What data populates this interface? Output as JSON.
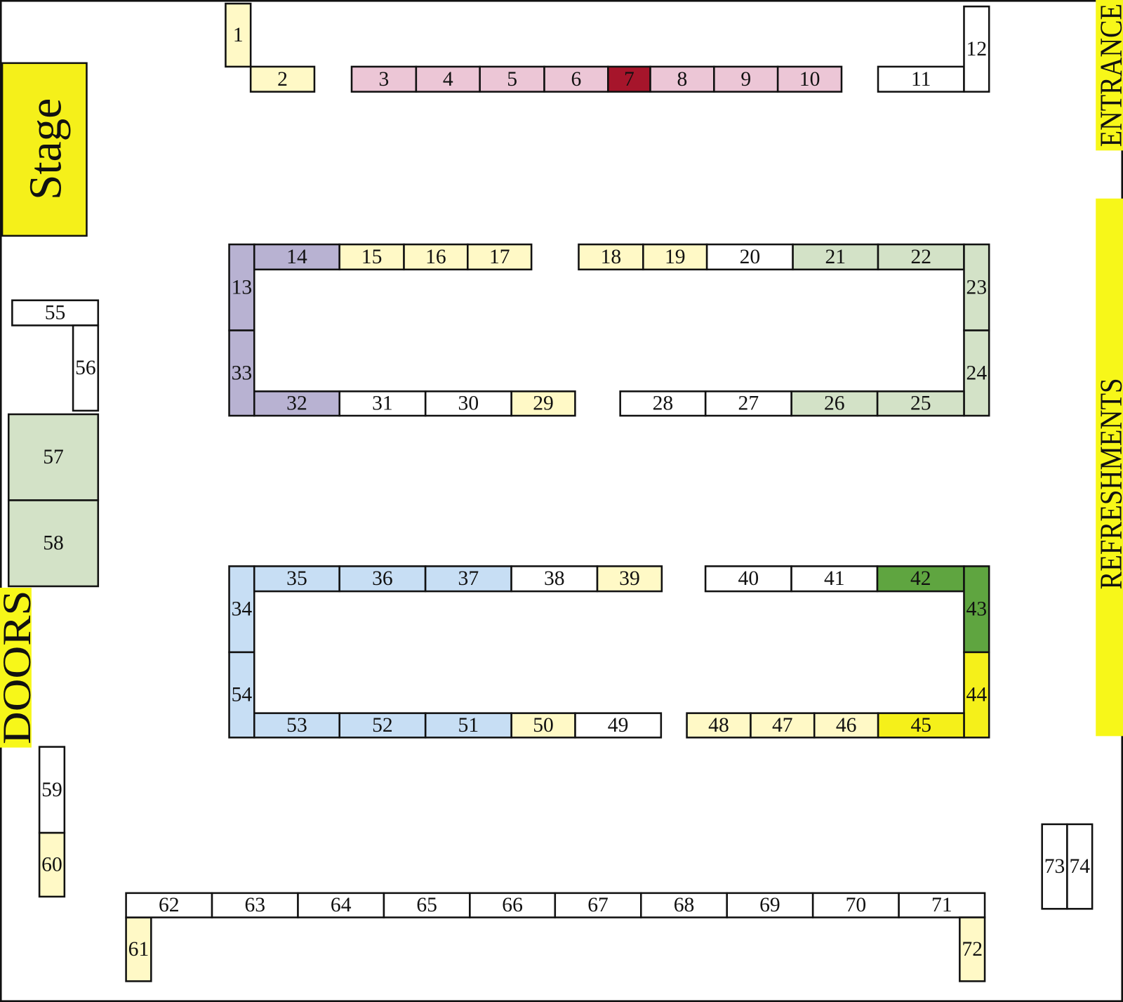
{
  "labels": {
    "stage": "Stage",
    "entrance": "ENTRANCE",
    "refreshments": "REFRESHMENTS",
    "doors": "DOORS"
  },
  "colors": {
    "white": "#ffffff",
    "pale_yellow": "#fff9c6",
    "pink": "#ecc6d6",
    "red": "#a6152b",
    "purple": "#b8b2d2",
    "pale_green": "#d3e2c7",
    "blue": "#c7def4",
    "dark_green": "#5fa540",
    "yellow": "#f5f01a",
    "label_yellow": "#f7f719"
  },
  "booths": [
    {
      "label": "1",
      "color": "pale_yellow"
    },
    {
      "label": "2",
      "color": "pale_yellow"
    },
    {
      "label": "3",
      "color": "pink"
    },
    {
      "label": "4",
      "color": "pink"
    },
    {
      "label": "5",
      "color": "pink"
    },
    {
      "label": "6",
      "color": "pink"
    },
    {
      "label": "7",
      "color": "red"
    },
    {
      "label": "8",
      "color": "pink"
    },
    {
      "label": "9",
      "color": "pink"
    },
    {
      "label": "10",
      "color": "pink"
    },
    {
      "label": "11",
      "color": "white"
    },
    {
      "label": "12",
      "color": "white"
    },
    {
      "label": "13",
      "color": "purple"
    },
    {
      "label": "14",
      "color": "purple"
    },
    {
      "label": "15",
      "color": "pale_yellow"
    },
    {
      "label": "16",
      "color": "pale_yellow"
    },
    {
      "label": "17",
      "color": "pale_yellow"
    },
    {
      "label": "18",
      "color": "pale_yellow"
    },
    {
      "label": "19",
      "color": "pale_yellow"
    },
    {
      "label": "20",
      "color": "white"
    },
    {
      "label": "21",
      "color": "pale_green"
    },
    {
      "label": "22",
      "color": "pale_green"
    },
    {
      "label": "23",
      "color": "pale_green"
    },
    {
      "label": "24",
      "color": "pale_green"
    },
    {
      "label": "25",
      "color": "pale_green"
    },
    {
      "label": "26",
      "color": "pale_green"
    },
    {
      "label": "27",
      "color": "white"
    },
    {
      "label": "28",
      "color": "white"
    },
    {
      "label": "29",
      "color": "pale_yellow"
    },
    {
      "label": "30",
      "color": "white"
    },
    {
      "label": "31",
      "color": "white"
    },
    {
      "label": "32",
      "color": "purple"
    },
    {
      "label": "33",
      "color": "purple"
    },
    {
      "label": "34",
      "color": "blue"
    },
    {
      "label": "35",
      "color": "blue"
    },
    {
      "label": "36",
      "color": "blue"
    },
    {
      "label": "37",
      "color": "blue"
    },
    {
      "label": "38",
      "color": "white"
    },
    {
      "label": "39",
      "color": "pale_yellow"
    },
    {
      "label": "40",
      "color": "white"
    },
    {
      "label": "41",
      "color": "white"
    },
    {
      "label": "42",
      "color": "dark_green"
    },
    {
      "label": "43",
      "color": "dark_green"
    },
    {
      "label": "44",
      "color": "yellow"
    },
    {
      "label": "45",
      "color": "yellow"
    },
    {
      "label": "46",
      "color": "pale_yellow"
    },
    {
      "label": "47",
      "color": "pale_yellow"
    },
    {
      "label": "48",
      "color": "pale_yellow"
    },
    {
      "label": "49",
      "color": "white"
    },
    {
      "label": "50",
      "color": "pale_yellow"
    },
    {
      "label": "51",
      "color": "blue"
    },
    {
      "label": "52",
      "color": "blue"
    },
    {
      "label": "53",
      "color": "blue"
    },
    {
      "label": "54",
      "color": "blue"
    },
    {
      "label": "55",
      "color": "white"
    },
    {
      "label": "56",
      "color": "white"
    },
    {
      "label": "57",
      "color": "pale_green"
    },
    {
      "label": "58",
      "color": "pale_green"
    },
    {
      "label": "59",
      "color": "white"
    },
    {
      "label": "60",
      "color": "pale_yellow"
    },
    {
      "label": "61",
      "color": "pale_yellow"
    },
    {
      "label": "62",
      "color": "white"
    },
    {
      "label": "63",
      "color": "white"
    },
    {
      "label": "64",
      "color": "white"
    },
    {
      "label": "65",
      "color": "white"
    },
    {
      "label": "66",
      "color": "white"
    },
    {
      "label": "67",
      "color": "white"
    },
    {
      "label": "68",
      "color": "white"
    },
    {
      "label": "69",
      "color": "white"
    },
    {
      "label": "70",
      "color": "white"
    },
    {
      "label": "71",
      "color": "white"
    },
    {
      "label": "72",
      "color": "pale_yellow"
    },
    {
      "label": "73",
      "color": "white"
    },
    {
      "label": "74",
      "color": "white"
    }
  ]
}
